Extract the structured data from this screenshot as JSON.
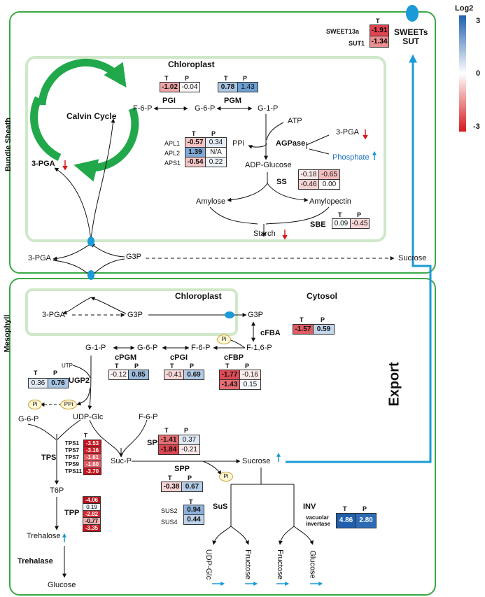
{
  "regions": {
    "bundle_sheath": "Bundle Sheath",
    "mesophyll": "Mesophyll",
    "chloroplast_top": "Chloroplast",
    "chloroplast_bottom": "Chloroplast",
    "cytosol": "Cytosol",
    "export": "Export"
  },
  "legend": {
    "title": "Log2",
    "max": "3",
    "mid": "0",
    "min": "-3",
    "colors": [
      "#1f5fae",
      "#ffffff",
      "#d7191c"
    ]
  },
  "headers": {
    "t": "T",
    "p": "P"
  },
  "top": {
    "calvin_cycle": "Calvin Cycle",
    "pga_bs": "3-PGA",
    "f6p": "F-6-P",
    "g6p": "G-6-P",
    "g1p": "G-1-P",
    "pgi": "PGI",
    "pgm": "PGM",
    "atp": "ATP",
    "ppi": "PPi",
    "agpase": "AGPase",
    "pga_reg": "3-PGA",
    "phosphate": "Phosphate",
    "adp_glucose": "ADP-Glucose",
    "ss": "SS",
    "amylose": "Amylose",
    "amylopectin": "Amylopectin",
    "starch": "Starch",
    "sbe": "SBE",
    "pga_left": "3-PGA",
    "g3p": "G3P",
    "sucrose": "Sucrose",
    "sweets_sut": "SWEETs\nSUT"
  },
  "mid": {
    "pga": "3-PGA",
    "g3p_a": "G3P",
    "g3p_b": "G3P",
    "cfba": "cFBA",
    "f16p": "F-1,6-P",
    "pi": "Pi",
    "g1p": "G-1-P",
    "g6p": "G-6-P",
    "f6p": "F-6-P",
    "cpgm": "cPGM",
    "cpgi": "cPGI",
    "cfbp": "cFBP",
    "utp": "UTP",
    "ugp2": "UGP2",
    "pi2": "Pi",
    "ppi2": "PPi",
    "udp_glc": "UDP-Glc",
    "g6p2": "G-6-P",
    "f6p2": "F-6-P",
    "tps": "TPS",
    "sps": "SPS",
    "suc_p": "Suc-P",
    "spp": "SPP",
    "pi3": "Pi",
    "sucrose": "Sucrose",
    "t6p": "T6P",
    "tpp": "TPP",
    "trehalose": "Trehalose",
    "trehalase": "Trehalase",
    "glucose": "Glucose",
    "sus": "SuS",
    "sus2": "SUS2",
    "sus4": "SUS4",
    "inv": "INV",
    "vac_inv": "vacuolar\ninvertase",
    "udp_glc_out": "UDP-Glc",
    "fructose1": "Fructose",
    "fructose2": "Fructose",
    "glucose_out": "Glucose"
  },
  "values": {
    "sweet13a": {
      "label": "SWEET13a",
      "t": "-1.91"
    },
    "sut1": {
      "label": "SUT1",
      "t": "-1.34"
    },
    "pgi": {
      "t": "-1.02",
      "p": "-0.04"
    },
    "pgm": {
      "t": "0.78",
      "p": "1.43"
    },
    "apl1": {
      "label": "APL1",
      "t": "-0.57",
      "p": "0.34"
    },
    "apl2": {
      "label": "APL2",
      "t": "1.39",
      "p": "N/A"
    },
    "aps1": {
      "label": "APS1",
      "t": "-0.54",
      "p": "0.22"
    },
    "ss1": {
      "t": "-0.18",
      "p": "-0.65"
    },
    "ss2": {
      "t": "-0.46",
      "p": "0.00"
    },
    "sbe": {
      "t": "0.09",
      "p": "-0.45"
    },
    "cfba": {
      "t": "-1.57",
      "p": "0.59"
    },
    "cpgm": {
      "t": "-0.12",
      "p": "0.85"
    },
    "cpgi": {
      "t": "-0.41",
      "p": "0.69"
    },
    "cfbp1": {
      "t": "-1.77",
      "p": "-0.16"
    },
    "cfbp2": {
      "t": "-1.43",
      "p": "0.15"
    },
    "ugp2": {
      "t": "0.36",
      "p": "0.76"
    },
    "sps1": {
      "t": "-1.41",
      "p": "0.37"
    },
    "sps2": {
      "t": "-1.84",
      "p": "-0.21"
    },
    "spp": {
      "t": "-0.38",
      "p": "0.67"
    },
    "sus2": {
      "t": "0.94"
    },
    "sus4": {
      "t": "0.44"
    },
    "inv": {
      "t": "4.86",
      "p": "2.80"
    },
    "tps": [
      {
        "label": "TPS1",
        "t": "-3.53"
      },
      {
        "label": "TPS7",
        "t": "-3.16"
      },
      {
        "label": "TPS7",
        "t": "-1.61"
      },
      {
        "label": "TPS9",
        "t": "-1.60"
      },
      {
        "label": "TPS11",
        "t": "-3.70"
      }
    ],
    "tpp": [
      "-4.06",
      "0.19",
      "-2.82",
      "-0.77",
      "-3.35"
    ]
  }
}
